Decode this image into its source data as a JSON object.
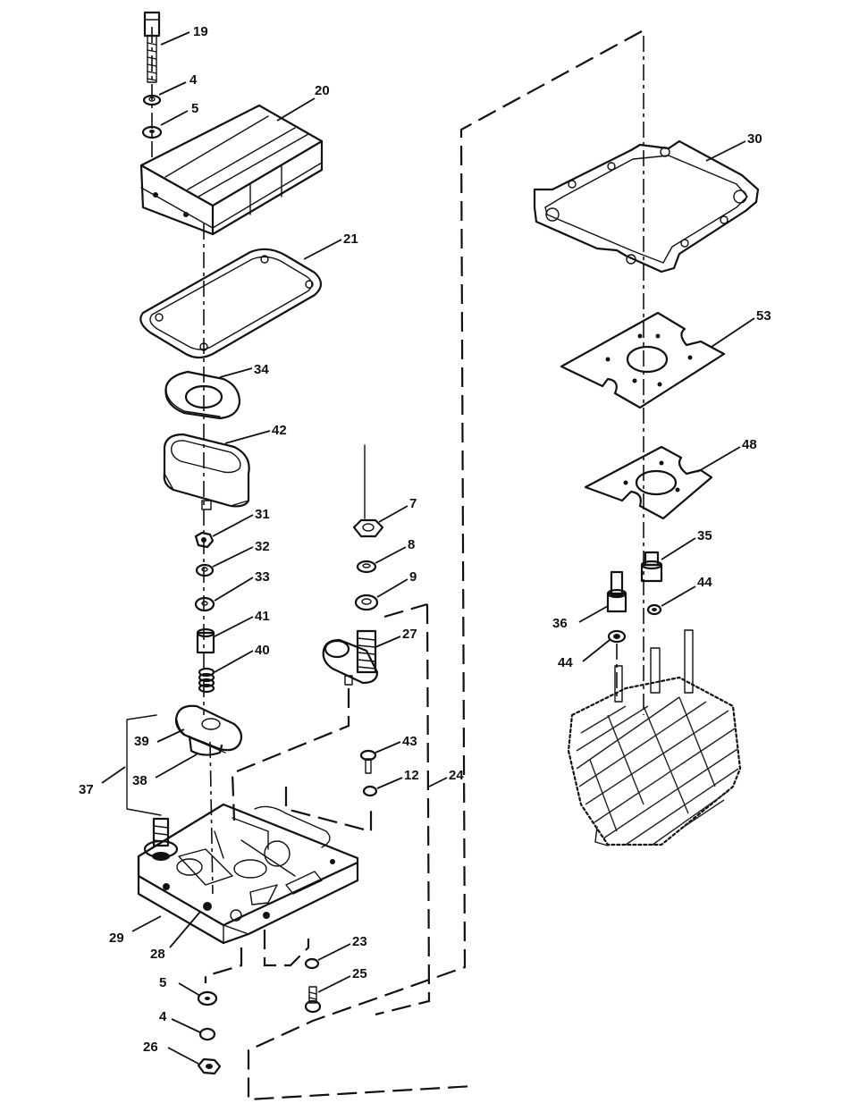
{
  "diagram": {
    "callouts": [
      {
        "id": "c19",
        "text": "19"
      },
      {
        "id": "c4a",
        "text": "4"
      },
      {
        "id": "c5a",
        "text": "5"
      },
      {
        "id": "c20",
        "text": "20"
      },
      {
        "id": "c21",
        "text": "21"
      },
      {
        "id": "c34",
        "text": "34"
      },
      {
        "id": "c42",
        "text": "42"
      },
      {
        "id": "c31",
        "text": "31"
      },
      {
        "id": "c32",
        "text": "32"
      },
      {
        "id": "c33",
        "text": "33"
      },
      {
        "id": "c41",
        "text": "41"
      },
      {
        "id": "c40",
        "text": "40"
      },
      {
        "id": "c39",
        "text": "39"
      },
      {
        "id": "c38",
        "text": "38"
      },
      {
        "id": "c37",
        "text": "37"
      },
      {
        "id": "c7",
        "text": "7"
      },
      {
        "id": "c8",
        "text": "8"
      },
      {
        "id": "c9",
        "text": "9"
      },
      {
        "id": "c27",
        "text": "27"
      },
      {
        "id": "c43",
        "text": "43"
      },
      {
        "id": "c12",
        "text": "12"
      },
      {
        "id": "c24",
        "text": "24"
      },
      {
        "id": "c29",
        "text": "29"
      },
      {
        "id": "c28",
        "text": "28"
      },
      {
        "id": "c23",
        "text": "23"
      },
      {
        "id": "c25",
        "text": "25"
      },
      {
        "id": "c5b",
        "text": "5"
      },
      {
        "id": "c4b",
        "text": "4"
      },
      {
        "id": "c26",
        "text": "26"
      },
      {
        "id": "c30",
        "text": "30"
      },
      {
        "id": "c53",
        "text": "53"
      },
      {
        "id": "c48",
        "text": "48"
      },
      {
        "id": "c35",
        "text": "35"
      },
      {
        "id": "c44a",
        "text": "44"
      },
      {
        "id": "c36",
        "text": "36"
      },
      {
        "id": "c44b",
        "text": "44"
      }
    ]
  }
}
